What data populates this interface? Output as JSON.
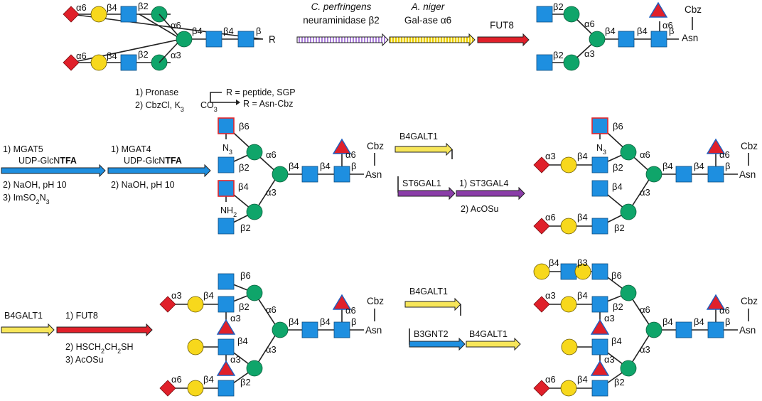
{
  "colors": {
    "galactose": "#F7D81C",
    "mannose": "#0FA56A",
    "glcnac": "#1E8FE0",
    "sialic_acid": "#E0202A",
    "fucose": "#E0202A",
    "arrow_b4galt1": "#F7E65A",
    "arrow_fut8": "#E0202A",
    "arrow_mgat": "#1E8FE0",
    "arrow_sialyl": "#8A3DA8",
    "arrow_neuraminidase": "#C9A2E8"
  },
  "icons": [
    "glcnac-square",
    "mannose-circle",
    "galactose-circle",
    "sialic-acid-diamond",
    "fucose-triangle"
  ],
  "row1": {
    "left_r": "R",
    "enzyme1_italic": "C. perfringens",
    "enzyme1_sub": "neuraminidase β2",
    "enzyme2_italic": "A. niger",
    "enzyme2_sub": "Gal-ase α6",
    "enzyme3": "FUT8",
    "steps": [
      "1) Pronase",
      "2) CbzCl, K",
      "CO"
    ],
    "note1": "R = peptide, SGP",
    "note2": "R = Asn-Cbz"
  },
  "row2": {
    "mgat5": [
      "1) MGAT5",
      "UDP-GlcN",
      "TFA"
    ],
    "mgat5_steps": [
      "2) NaOH, pH 10",
      "3) ImSO",
      "N"
    ],
    "mgat4": [
      "1) MGAT4",
      "UDP-GlcN",
      "TFA"
    ],
    "mgat4_steps": [
      "2) NaOH, pH 10"
    ],
    "n3": "N",
    "nh2": "NH",
    "b4galt1": "B4GALT1",
    "st6gal1": "ST6GAL1",
    "st3gal4": "1) ST3GAL4",
    "acosu": "2) AcOSu"
  },
  "row3": {
    "b4galt1": "B4GALT1",
    "fut8": "1) FUT8",
    "hsch": "2) HSCH",
    "hsch2": "CH",
    "hsch3": "SH",
    "acosu": "3) AcOSu",
    "b4galt1_top": "B4GALT1",
    "b3gnt2": "B3GNT2",
    "b4galt1_bot": "B4GALT1"
  },
  "linkages": {
    "a6": "α6",
    "a3": "α3",
    "b2": "β2",
    "b4": "β4",
    "b6": "β6",
    "b3": "β3",
    "b": "β"
  },
  "asn": "Asn",
  "cbz": "Cbz"
}
